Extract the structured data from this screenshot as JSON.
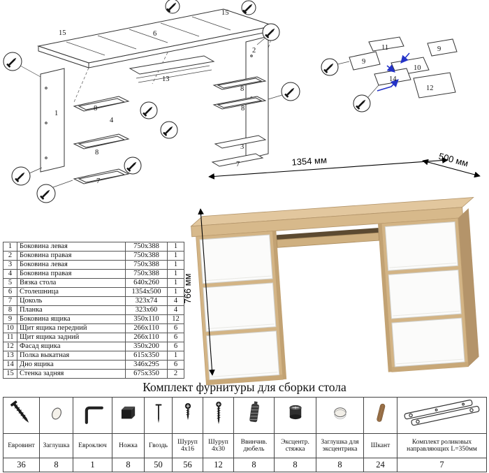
{
  "diagrams": {
    "main": {
      "labels": [
        "15",
        "6",
        "15",
        "2",
        "1",
        "13",
        "8",
        "4",
        "8",
        "7",
        "8",
        "8",
        "3",
        "7"
      ]
    },
    "drawer": {
      "labels": [
        "11",
        "9",
        "9",
        "10",
        "14",
        "12"
      ]
    }
  },
  "desk": {
    "dim_width": "1354 мм",
    "dim_depth": "500 мм",
    "dim_height": "766 мм",
    "colors": {
      "top": "#e2c79e",
      "front": "#d7b98b",
      "side": "#b4946a",
      "drawer": "#fbfbfa",
      "slot": "#5c4a31"
    }
  },
  "parts_table": {
    "rows": [
      [
        "1",
        "Боковина левая",
        "750х388",
        "1"
      ],
      [
        "2",
        "Боковина правая",
        "750х388",
        "1"
      ],
      [
        "3",
        "Боковина левая",
        "750х388",
        "1"
      ],
      [
        "4",
        "Боковина правая",
        "750х388",
        "1"
      ],
      [
        "5",
        "Вязка стола",
        "640х260",
        "1"
      ],
      [
        "6",
        "Столешница",
        "1354х500",
        "1"
      ],
      [
        "7",
        "Цоколь",
        "323х74",
        "4"
      ],
      [
        "8",
        "Планка",
        "323х60",
        "4"
      ],
      [
        "9",
        "Боковина ящика",
        "350х110",
        "12"
      ],
      [
        "10",
        "Щит ящика передний",
        "266х110",
        "6"
      ],
      [
        "11",
        "Щит ящика задний",
        "266х110",
        "6"
      ],
      [
        "12",
        "Фасад ящика",
        "350х200",
        "6"
      ],
      [
        "13",
        "Полка выкатная",
        "615х350",
        "1"
      ],
      [
        "14",
        "Дно ящика",
        "346х295",
        "6"
      ],
      [
        "15",
        "Стенка задняя",
        "675х350",
        "2"
      ]
    ]
  },
  "hardware": {
    "title": "Комплект фурнитуры для сборки стола",
    "items": [
      {
        "icon": "euro-screw",
        "name": "Евровинт",
        "qty": "36"
      },
      {
        "icon": "cap",
        "name": "Заглушка",
        "qty": "8"
      },
      {
        "icon": "hex-key",
        "name": "Евроключ",
        "qty": "1"
      },
      {
        "icon": "foot",
        "name": "Ножка",
        "qty": "8"
      },
      {
        "icon": "nail",
        "name": "Гвоздь",
        "qty": "50"
      },
      {
        "icon": "screw-4x16",
        "name": "Шуруп 4х16",
        "qty": "56"
      },
      {
        "icon": "screw-4x30",
        "name": "Шуруп 4х30",
        "qty": "12"
      },
      {
        "icon": "screw-dowel",
        "name": "Ввинчив. дюбель",
        "qty": "8"
      },
      {
        "icon": "cam-lock",
        "name": "Эксцентр. стяжка",
        "qty": "8"
      },
      {
        "icon": "cam-cap",
        "name": "Заглушка для эксцентрика",
        "qty": "8"
      },
      {
        "icon": "dowel",
        "name": "Шкант",
        "qty": "24"
      },
      {
        "icon": "roller-slides",
        "name": "Комплект роликовых направляющих L=350мм",
        "qty": "7"
      }
    ]
  }
}
